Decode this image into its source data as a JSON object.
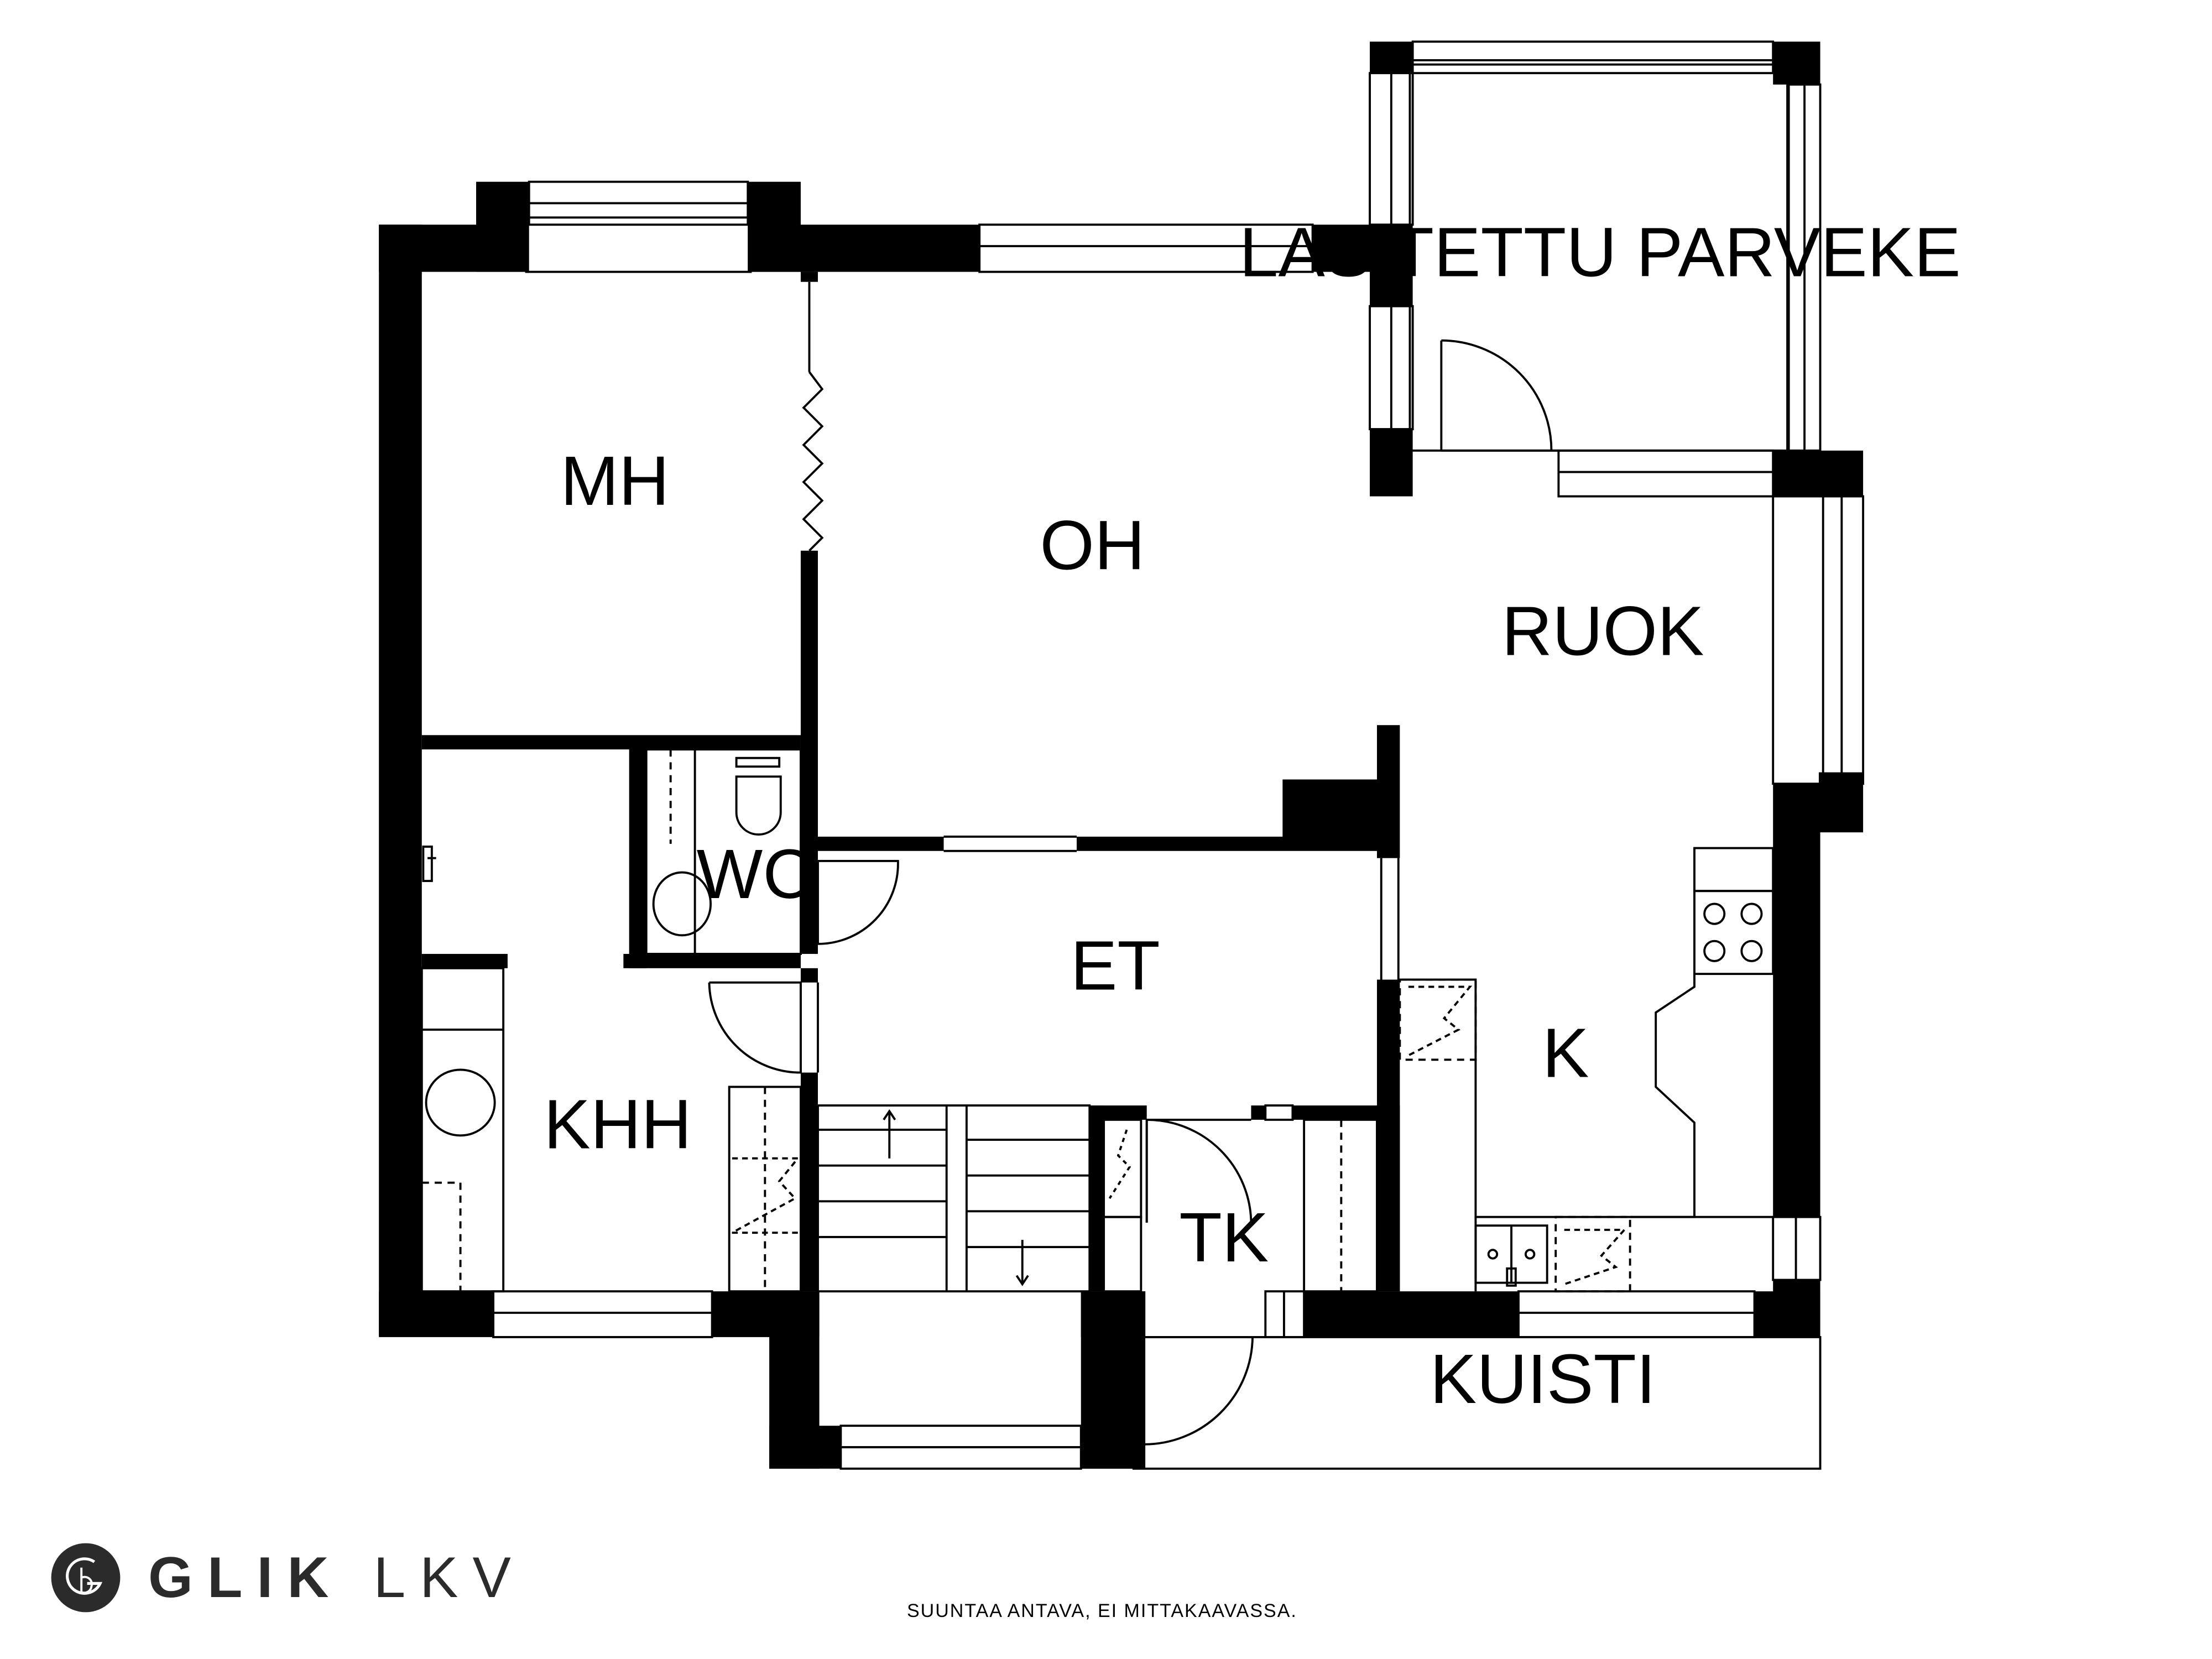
{
  "rooms": {
    "balcony": "LASITETTU PARVEKE",
    "mh": "MH",
    "oh": "OH",
    "ruok": "RUOK",
    "wc": "WC",
    "et": "ET",
    "khh": "KHH",
    "k": "K",
    "tk": "TK",
    "kuisti": "KUISTI"
  },
  "brand": {
    "bold": "GLIK",
    "light": "LKV",
    "icon": "glik-logo-mark"
  },
  "note": "SUUNTAA ANTAVA, EI MITTAKAAVASSA."
}
